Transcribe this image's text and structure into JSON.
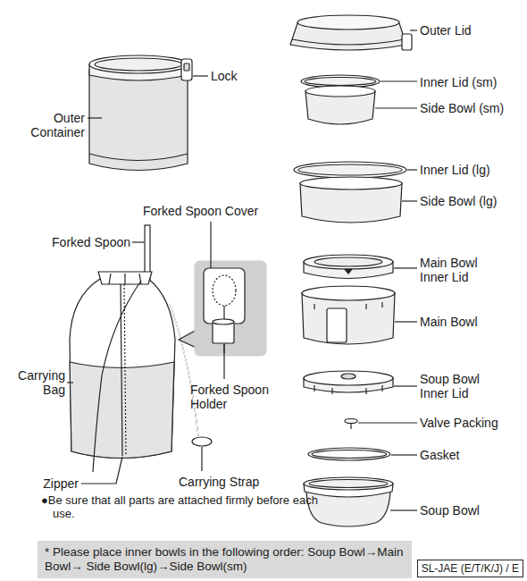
{
  "diagram": {
    "nodes": [
      {
        "text": [
          "* Please place inner bowls in the following order: Soup Bowl→Main Bowl→ Side Bowl(lg)→Side Bowl(sm)"
        ]
      },
      {
        "text": [
          "SL-JAE (E/T/K/J) / E"
        ]
      }
    ],
    "labels": [
      "Outer Lid",
      "Lock",
      "Inner Lid (sm)",
      "Side Bowl (sm)",
      "Outer Container",
      "Inner Lid (lg)",
      "Side Bowl (lg)",
      "Forked Spoon Cover",
      "Forked Spoon",
      "Main Bowl Inner Lid",
      "Main Bowl",
      "Carrying Bag",
      "Soup Bowl Inner Lid",
      "Forked Spoon Holder",
      "Valve Packing",
      "Gasket",
      "Zipper",
      "Carrying Strap",
      "Soup Bowl",
      "●Be sure that all parts are attached firmly before each use."
    ]
  }
}
